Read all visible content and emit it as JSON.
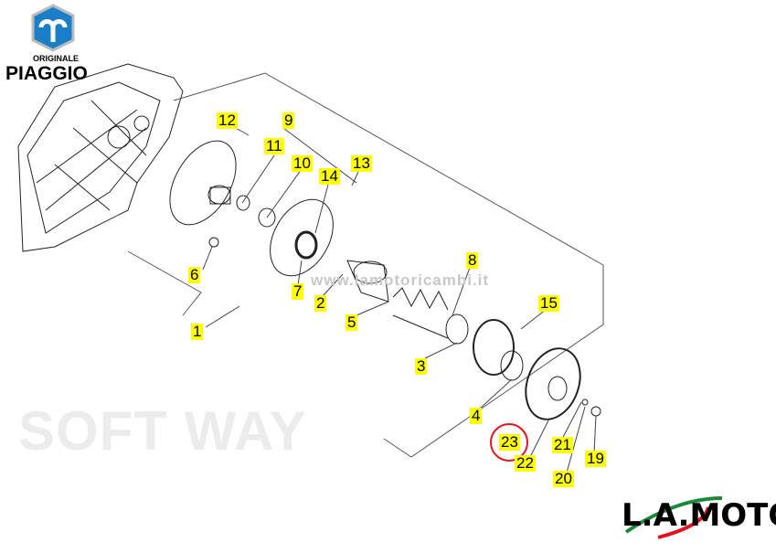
{
  "brand_top": {
    "line1": "ORIGINALE",
    "line2": "PIAGGIO"
  },
  "brand_bottom": "L.A.MOTO",
  "watermark": {
    "url": "www.lamotoricambi.it",
    "softway": "SOFT WAY"
  },
  "highlighted_part": "23",
  "colors": {
    "label_bg": "#ffff00",
    "highlight_circle": "#e0141e",
    "piaggio_blue": "#1a7fc8"
  },
  "part_labels": [
    {
      "id": "12",
      "text": "12"
    },
    {
      "id": "9",
      "text": "9"
    },
    {
      "id": "11",
      "text": "11"
    },
    {
      "id": "10",
      "text": "10"
    },
    {
      "id": "14",
      "text": "14"
    },
    {
      "id": "13",
      "text": "13"
    },
    {
      "id": "6",
      "text": "6"
    },
    {
      "id": "7",
      "text": "7"
    },
    {
      "id": "2",
      "text": "2"
    },
    {
      "id": "5",
      "text": "5"
    },
    {
      "id": "8",
      "text": "8"
    },
    {
      "id": "15",
      "text": "15"
    },
    {
      "id": "1",
      "text": "1"
    },
    {
      "id": "3",
      "text": "3"
    },
    {
      "id": "4",
      "text": "4"
    },
    {
      "id": "23",
      "text": "23"
    },
    {
      "id": "22",
      "text": "22"
    },
    {
      "id": "21",
      "text": "21"
    },
    {
      "id": "19",
      "text": "19"
    },
    {
      "id": "20",
      "text": "20"
    }
  ]
}
